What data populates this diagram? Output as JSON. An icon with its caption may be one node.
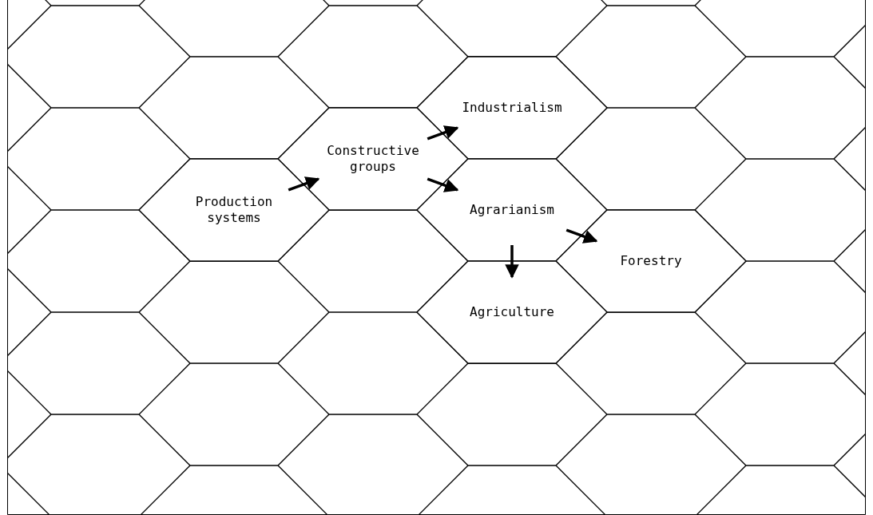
{
  "diagram": {
    "nodes": [
      {
        "text": [
          "Industrialism"
        ]
      },
      {
        "text": [
          "Constructive groups"
        ]
      },
      {
        "text": [
          "Production systems"
        ]
      },
      {
        "text": [
          "Agrarianism"
        ]
      },
      {
        "text": [
          "Forestry"
        ]
      },
      {
        "text": [
          "Agriculture"
        ]
      }
    ],
    "edges": [
      {
        "from": 2,
        "to": 1,
        "arrow": "to"
      },
      {
        "from": 1,
        "to": 0,
        "arrow": "to"
      },
      {
        "from": 1,
        "to": 3,
        "arrow": "to"
      },
      {
        "from": 3,
        "to": 4,
        "arrow": "to"
      },
      {
        "from": 3,
        "to": 5,
        "arrow": "to"
      }
    ]
  }
}
